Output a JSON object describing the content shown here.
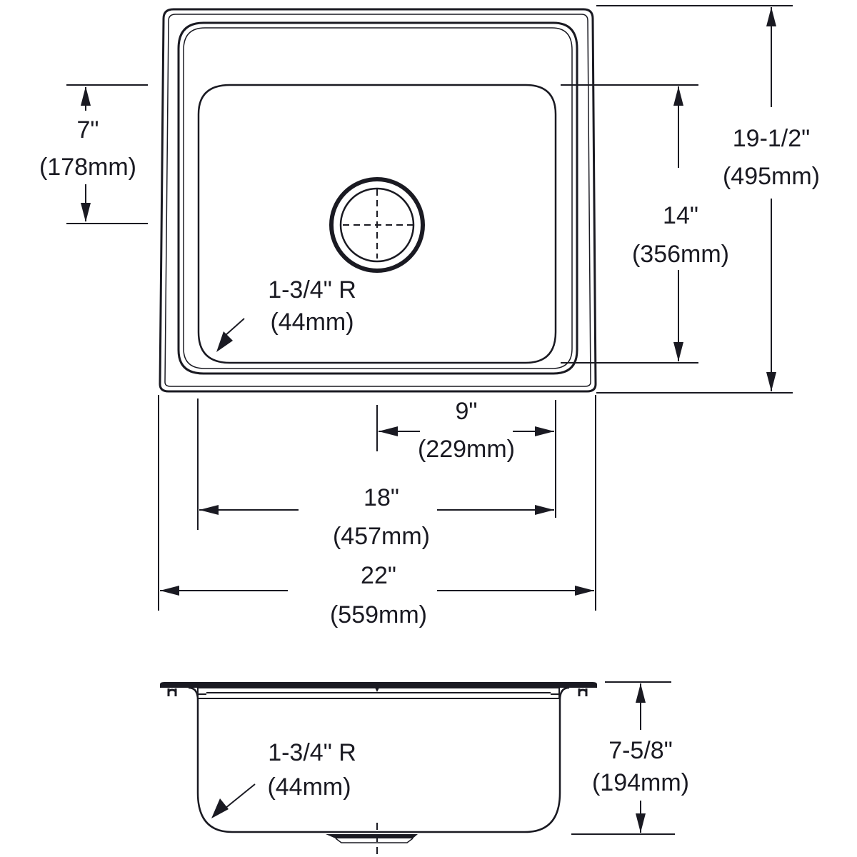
{
  "title": "Drop-in single bowl sink dimension drawing",
  "top_view": {
    "dimensions": {
      "bowl_front_to_drain": {
        "imperial": "7\"",
        "metric": "(178mm)"
      },
      "overall_depth": {
        "imperial": "19-1/2\"",
        "metric": "(495mm)"
      },
      "bowl_depth_front_back": {
        "imperial": "14\"",
        "metric": "(356mm)"
      },
      "drain_to_side": {
        "imperial": "9\"",
        "metric": "(229mm)"
      },
      "bowl_width": {
        "imperial": "18\"",
        "metric": "(457mm)"
      },
      "overall_width": {
        "imperial": "22\"",
        "metric": "(559mm)"
      },
      "corner_radius": {
        "imperial": "1-3/4\" R",
        "metric": "(44mm)"
      }
    }
  },
  "side_view": {
    "dimensions": {
      "corner_radius": {
        "imperial": "1-3/4\" R",
        "metric": "(44mm)"
      },
      "bowl_height": {
        "imperial": "7-5/8\"",
        "metric": "(194mm)"
      }
    }
  }
}
